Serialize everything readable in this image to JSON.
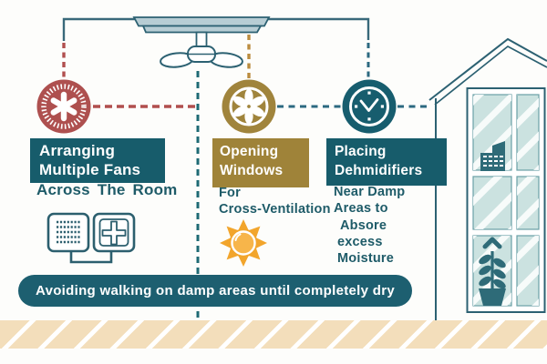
{
  "palette": {
    "teal_box": "#175c6b",
    "banner_teal": "#1d5f70",
    "outline_teal": "#2c6172",
    "dash_teal": "#2c6980",
    "red_accent": "#ae504f",
    "gold_accent": "#9f8339",
    "gold_dash": "#bb8c3f",
    "sun_orange": "#f2a52c",
    "fan_mount_gray": "#b7cdd4",
    "window_pane": "#cbe2e0",
    "stripe_tan": "#f3debb",
    "icon_teal": "#2e6b78"
  },
  "icons": {
    "step1": "fan-burst-icon",
    "step2": "flower-icon",
    "step3": "clock-icon",
    "top": "ceiling-fan-icon",
    "left_small_1": "vent-grille-icon",
    "left_small_2": "fan-switch-icon",
    "middle": "sun-icon",
    "right": "house-icon",
    "window_pane_1": "building-icon",
    "window_pane_2": "potted-plant-icon"
  },
  "steps": [
    {
      "title_line1": "Arranging",
      "title_line2": "Multiple Fans",
      "sub_line1": "Across The Room"
    },
    {
      "title_line1": "Opening",
      "title_line2": "Windows",
      "sub_line1": "For",
      "sub_line2": "Cross-Ventilation"
    },
    {
      "title_line1": "Placing",
      "title_line2": "Dehmidifiers",
      "sub_line1": "Near Damp",
      "sub_line2": "Areas to",
      "sub_line3": "Absore",
      "sub_line4": "excess",
      "sub_line5": "Moisture"
    }
  ],
  "banner": {
    "text": "Avoiding walking on damp areas until completely dry"
  }
}
